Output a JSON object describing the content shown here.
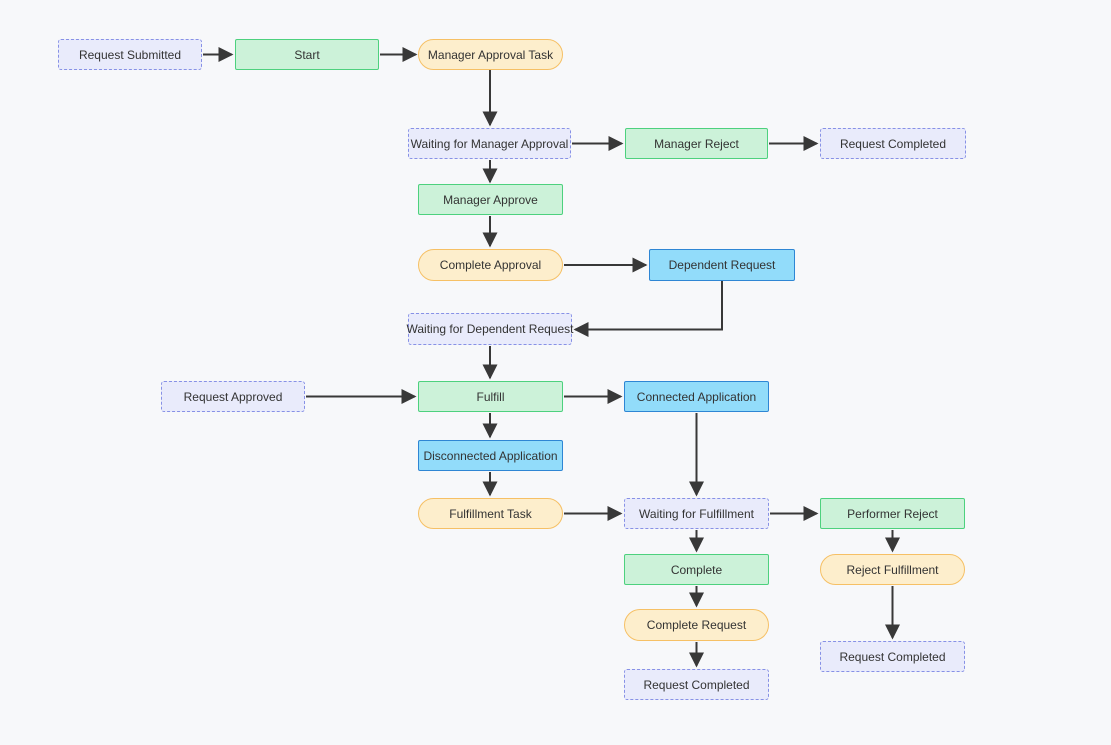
{
  "diagram": {
    "title": "request-workflow-flowchart",
    "background_color": "#f7f8fa",
    "edge_color": "#383838",
    "node_styles": {
      "state": {
        "fill": "#e9ebfb",
        "border": "#8791e6",
        "border_style": "dashed"
      },
      "action": {
        "fill": "#ccf2d9",
        "border": "#4dd17e",
        "border_style": "solid"
      },
      "task": {
        "fill": "#fdeecc",
        "border": "#f6c065",
        "border_style": "pill"
      },
      "app": {
        "fill": "#92dcfa",
        "border": "#2e86d4",
        "border_style": "solid"
      }
    },
    "nodes": [
      {
        "id": "request-submitted",
        "label": "Request Submitted",
        "type": "state"
      },
      {
        "id": "start",
        "label": "Start",
        "type": "action"
      },
      {
        "id": "manager-approval-task",
        "label": "Manager Approval Task",
        "type": "task"
      },
      {
        "id": "waiting-for-manager-approval",
        "label": "Waiting for Manager Approval",
        "type": "state"
      },
      {
        "id": "manager-reject",
        "label": "Manager Reject",
        "type": "action"
      },
      {
        "id": "request-completed-top",
        "label": "Request Completed",
        "type": "state"
      },
      {
        "id": "manager-approve",
        "label": "Manager Approve",
        "type": "action"
      },
      {
        "id": "complete-approval",
        "label": "Complete Approval",
        "type": "task"
      },
      {
        "id": "dependent-request",
        "label": "Dependent Request",
        "type": "app"
      },
      {
        "id": "waiting-for-dependent-request",
        "label": "Waiting for Dependent Request",
        "type": "state"
      },
      {
        "id": "request-approved",
        "label": "Request Approved",
        "type": "state"
      },
      {
        "id": "fulfill",
        "label": "Fulfill",
        "type": "action"
      },
      {
        "id": "connected-application",
        "label": "Connected Application",
        "type": "app"
      },
      {
        "id": "disconnected-application",
        "label": "Disconnected Application",
        "type": "app"
      },
      {
        "id": "fulfillment-task",
        "label": "Fulfillment Task",
        "type": "task"
      },
      {
        "id": "waiting-for-fulfillment",
        "label": "Waiting for Fulfillment",
        "type": "state"
      },
      {
        "id": "performer-reject",
        "label": "Performer Reject",
        "type": "action"
      },
      {
        "id": "complete",
        "label": "Complete",
        "type": "action"
      },
      {
        "id": "reject-fulfillment",
        "label": "Reject Fulfillment",
        "type": "task"
      },
      {
        "id": "complete-request",
        "label": "Complete Request",
        "type": "task"
      },
      {
        "id": "request-completed-right",
        "label": "Request Completed",
        "type": "state"
      },
      {
        "id": "request-completed-bottom",
        "label": "Request Completed",
        "type": "state"
      }
    ],
    "edges": [
      {
        "from": "request-submitted",
        "to": "start"
      },
      {
        "from": "start",
        "to": "manager-approval-task"
      },
      {
        "from": "manager-approval-task",
        "to": "waiting-for-manager-approval"
      },
      {
        "from": "waiting-for-manager-approval",
        "to": "manager-reject"
      },
      {
        "from": "manager-reject",
        "to": "request-completed-top"
      },
      {
        "from": "waiting-for-manager-approval",
        "to": "manager-approve"
      },
      {
        "from": "manager-approve",
        "to": "complete-approval"
      },
      {
        "from": "complete-approval",
        "to": "dependent-request"
      },
      {
        "from": "dependent-request",
        "to": "waiting-for-dependent-request"
      },
      {
        "from": "waiting-for-dependent-request",
        "to": "fulfill"
      },
      {
        "from": "request-approved",
        "to": "fulfill"
      },
      {
        "from": "fulfill",
        "to": "connected-application"
      },
      {
        "from": "fulfill",
        "to": "disconnected-application"
      },
      {
        "from": "connected-application",
        "to": "waiting-for-fulfillment"
      },
      {
        "from": "disconnected-application",
        "to": "fulfillment-task"
      },
      {
        "from": "fulfillment-task",
        "to": "waiting-for-fulfillment"
      },
      {
        "from": "waiting-for-fulfillment",
        "to": "performer-reject"
      },
      {
        "from": "waiting-for-fulfillment",
        "to": "complete"
      },
      {
        "from": "complete",
        "to": "complete-request"
      },
      {
        "from": "complete-request",
        "to": "request-completed-bottom"
      },
      {
        "from": "performer-reject",
        "to": "reject-fulfillment"
      },
      {
        "from": "reject-fulfillment",
        "to": "request-completed-right"
      }
    ]
  }
}
